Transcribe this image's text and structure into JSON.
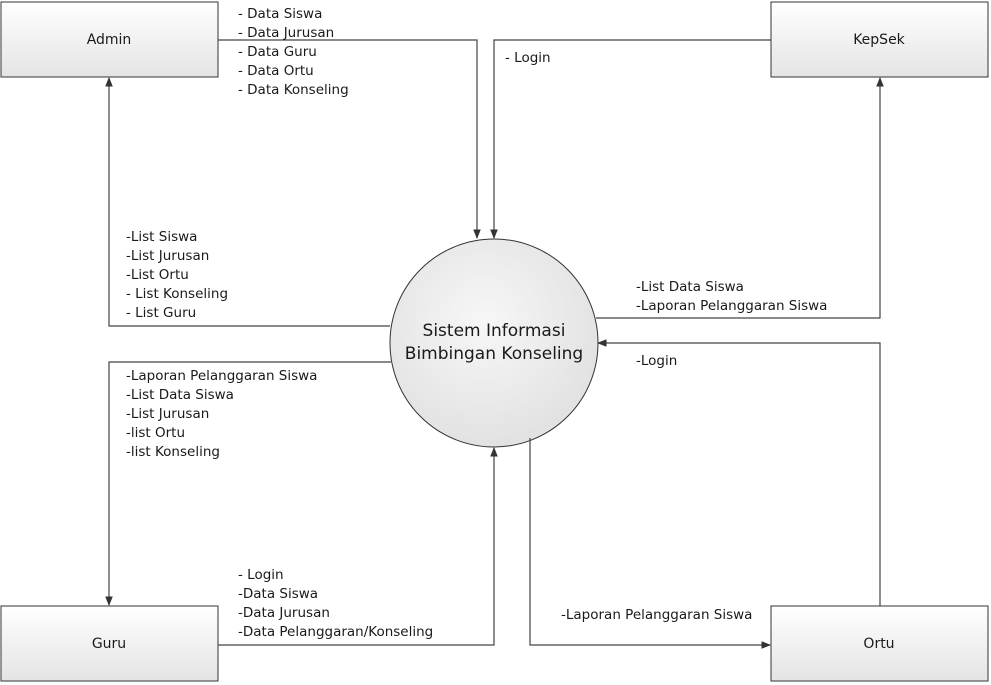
{
  "process": {
    "line1": "Sistem Informasi",
    "line2": "Bimbingan Konseling"
  },
  "entities": {
    "admin": "Admin",
    "kepsek": "KepSek",
    "guru": "Guru",
    "ortu": "Ortu"
  },
  "flows": {
    "admin_to_system": [
      "- Data Siswa",
      "- Data Jurusan",
      "- Data Guru",
      "- Data Ortu",
      "- Data Konseling"
    ],
    "kepsek_to_system": [
      "- Login"
    ],
    "system_to_admin": [
      "-List Siswa",
      "-List Jurusan",
      "-List Ortu",
      "- List Konseling",
      "- List Guru"
    ],
    "system_to_kepsek": [
      "-List Data Siswa",
      "-Laporan Pelanggaran Siswa"
    ],
    "ortu_to_system": [
      "-Login"
    ],
    "system_to_guru": [
      "-Laporan Pelanggaran Siswa",
      "-List Data Siswa",
      "-List Jurusan",
      "-list Ortu",
      "-list Konseling"
    ],
    "guru_to_system": [
      "- Login",
      "-Data Siswa",
      "-Data Jurusan",
      "-Data Pelanggaran/Konseling"
    ],
    "system_to_ortu": [
      "-Laporan Pelanggaran Siswa"
    ]
  }
}
